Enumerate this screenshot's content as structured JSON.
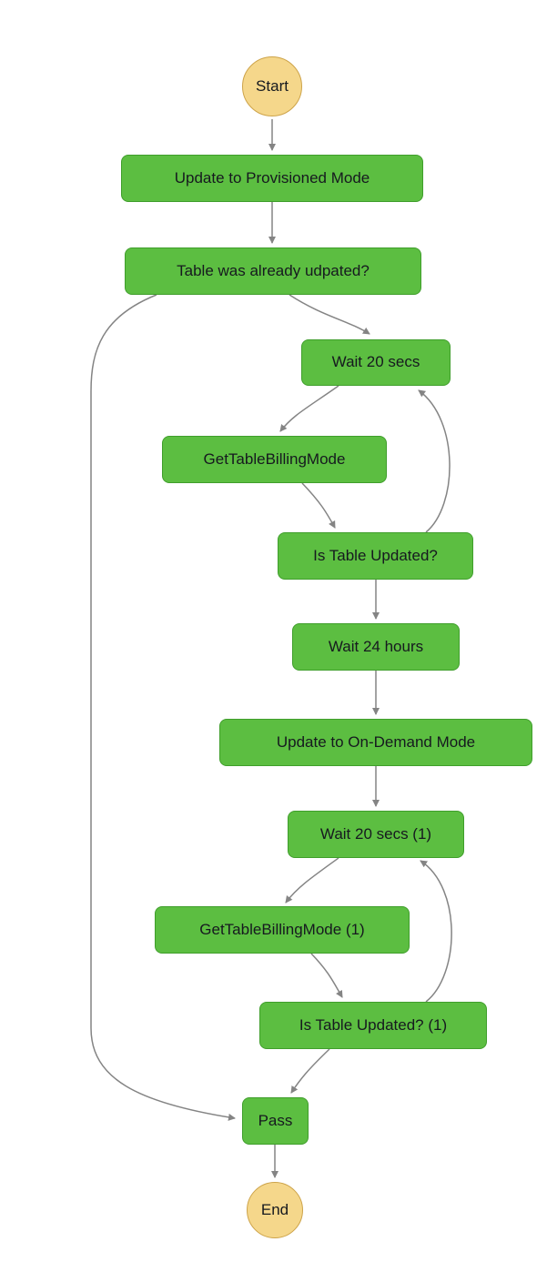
{
  "diagram": {
    "type": "state-machine-flowchart",
    "start_label": "Start",
    "end_label": "End",
    "nodes": [
      {
        "id": "update-to-provisioned-mode",
        "label": "Update to Provisioned Mode"
      },
      {
        "id": "table-was-already-udpated",
        "label": "Table was already udpated?"
      },
      {
        "id": "wait-20-secs",
        "label": "Wait 20 secs"
      },
      {
        "id": "get-table-billing-mode",
        "label": "GetTableBillingMode"
      },
      {
        "id": "is-table-updated",
        "label": "Is Table Updated?"
      },
      {
        "id": "wait-24-hours",
        "label": "Wait 24 hours"
      },
      {
        "id": "update-to-on-demand-mode",
        "label": "Update to On-Demand Mode"
      },
      {
        "id": "wait-20-secs-1",
        "label": "Wait 20 secs (1)"
      },
      {
        "id": "get-table-billing-mode-1",
        "label": "GetTableBillingMode (1)"
      },
      {
        "id": "is-table-updated-1",
        "label": "Is Table Updated? (1)"
      },
      {
        "id": "pass",
        "label": "Pass"
      }
    ],
    "edges": [
      {
        "from": "start",
        "to": "update-to-provisioned-mode"
      },
      {
        "from": "update-to-provisioned-mode",
        "to": "table-was-already-udpated"
      },
      {
        "from": "table-was-already-udpated",
        "to": "wait-20-secs"
      },
      {
        "from": "table-was-already-udpated",
        "to": "pass"
      },
      {
        "from": "wait-20-secs",
        "to": "get-table-billing-mode"
      },
      {
        "from": "get-table-billing-mode",
        "to": "is-table-updated"
      },
      {
        "from": "is-table-updated",
        "to": "wait-20-secs"
      },
      {
        "from": "is-table-updated",
        "to": "wait-24-hours"
      },
      {
        "from": "wait-24-hours",
        "to": "update-to-on-demand-mode"
      },
      {
        "from": "update-to-on-demand-mode",
        "to": "wait-20-secs-1"
      },
      {
        "from": "wait-20-secs-1",
        "to": "get-table-billing-mode-1"
      },
      {
        "from": "get-table-billing-mode-1",
        "to": "is-table-updated-1"
      },
      {
        "from": "is-table-updated-1",
        "to": "wait-20-secs-1"
      },
      {
        "from": "is-table-updated-1",
        "to": "pass"
      },
      {
        "from": "pass",
        "to": "end"
      }
    ]
  },
  "colors": {
    "state-fill": "#5CBE41",
    "state-border": "#3F9E2B",
    "terminal-fill": "#F5D78B",
    "terminal-border": "#CDA349",
    "edge-color": "#848484",
    "label-color": "#16191f",
    "background": "#ffffff"
  }
}
